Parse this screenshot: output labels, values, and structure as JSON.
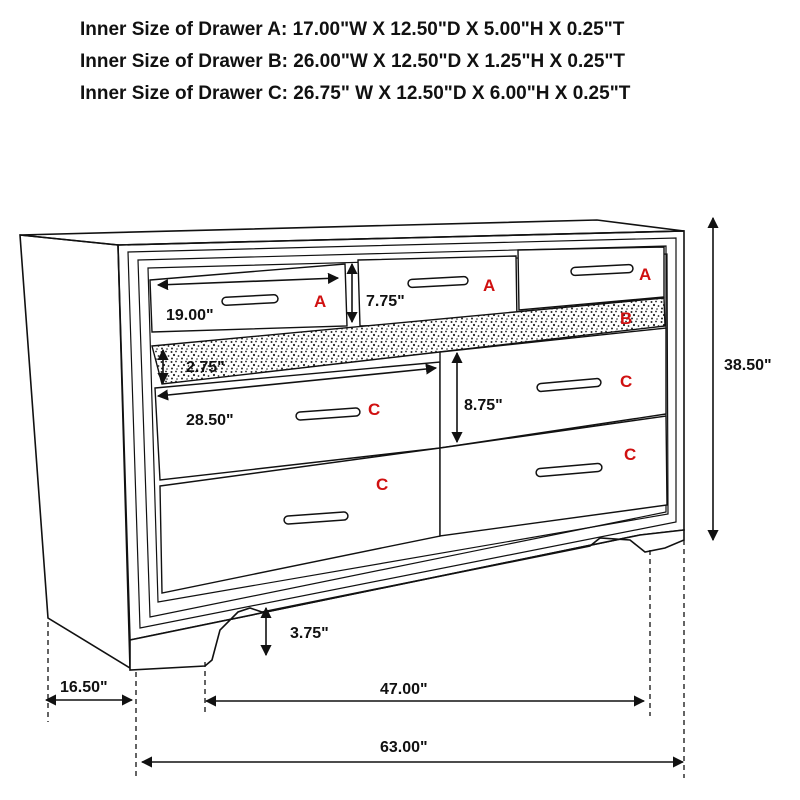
{
  "header": {
    "lines": [
      "Inner Size of Drawer A: 17.00\"W X 12.50\"D X 5.00\"H X 0.25\"T",
      "Inner Size of Drawer B: 26.00\"W X 12.50\"D X 1.25\"H X 0.25\"T",
      "Inner Size of Drawer C: 26.75\" W X 12.50\"D X 6.00\"H X 0.25\"T"
    ]
  },
  "dimensions": {
    "drawer_width_a": "19.00\"",
    "drawer_height_a": "7.75\"",
    "drawer_height_b": "2.75\"",
    "drawer_width_c": "28.50\"",
    "drawer_height_c": "8.75\"",
    "overall_height": "38.50\"",
    "base_height": "3.75\"",
    "depth": "16.50\"",
    "inner_width": "47.00\"",
    "overall_width": "63.00\""
  },
  "drawer_labels": {
    "a": "A",
    "b": "B",
    "c": "C"
  },
  "colors": {
    "line": "#111111",
    "label": "#d01010"
  }
}
